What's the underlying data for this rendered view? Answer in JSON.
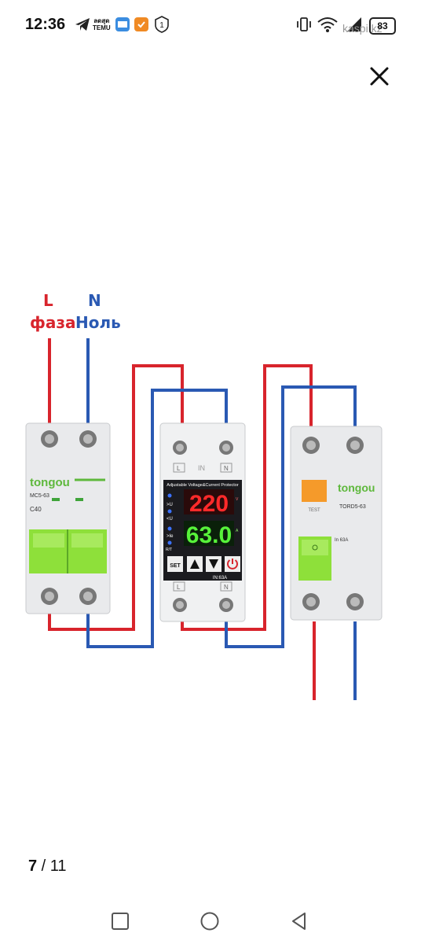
{
  "status_bar": {
    "time": "12:36",
    "temu_line1": "ลดสุด",
    "temu_line2": "TEMU",
    "notif_count": "1",
    "battery": "83",
    "watermark": "kaspi.kz"
  },
  "diagram": {
    "label_L": "L",
    "label_N": "N",
    "label_phase": "фаза",
    "label_null": "Ноль",
    "breaker": {
      "brand": "tongou",
      "model": "MC5-63",
      "rating": "C40"
    },
    "protector": {
      "header": "Adjustable Voltage&Current Protector",
      "in_label": "IN",
      "voltage_display": "220",
      "current_display": "63.0",
      "set_label": "SET",
      "rating_label": "IN:63A",
      "terminal_L": "L",
      "terminal_N": "N",
      "ind_u_up": ">U",
      "ind_u_down": "<U",
      "ind_ie": ">Ie",
      "ind_rt": "R/T",
      "unit_v": "V",
      "unit_a": "A"
    },
    "rcd": {
      "brand": "tongou",
      "model": "TORD5-63",
      "test_label": "TEST",
      "rating": "In 63A"
    }
  },
  "pager": {
    "current": "7",
    "separator": " / ",
    "total": "11"
  },
  "colors": {
    "phase": "#d8242c",
    "neutral": "#2a59b3",
    "green": "#8ee03a"
  }
}
